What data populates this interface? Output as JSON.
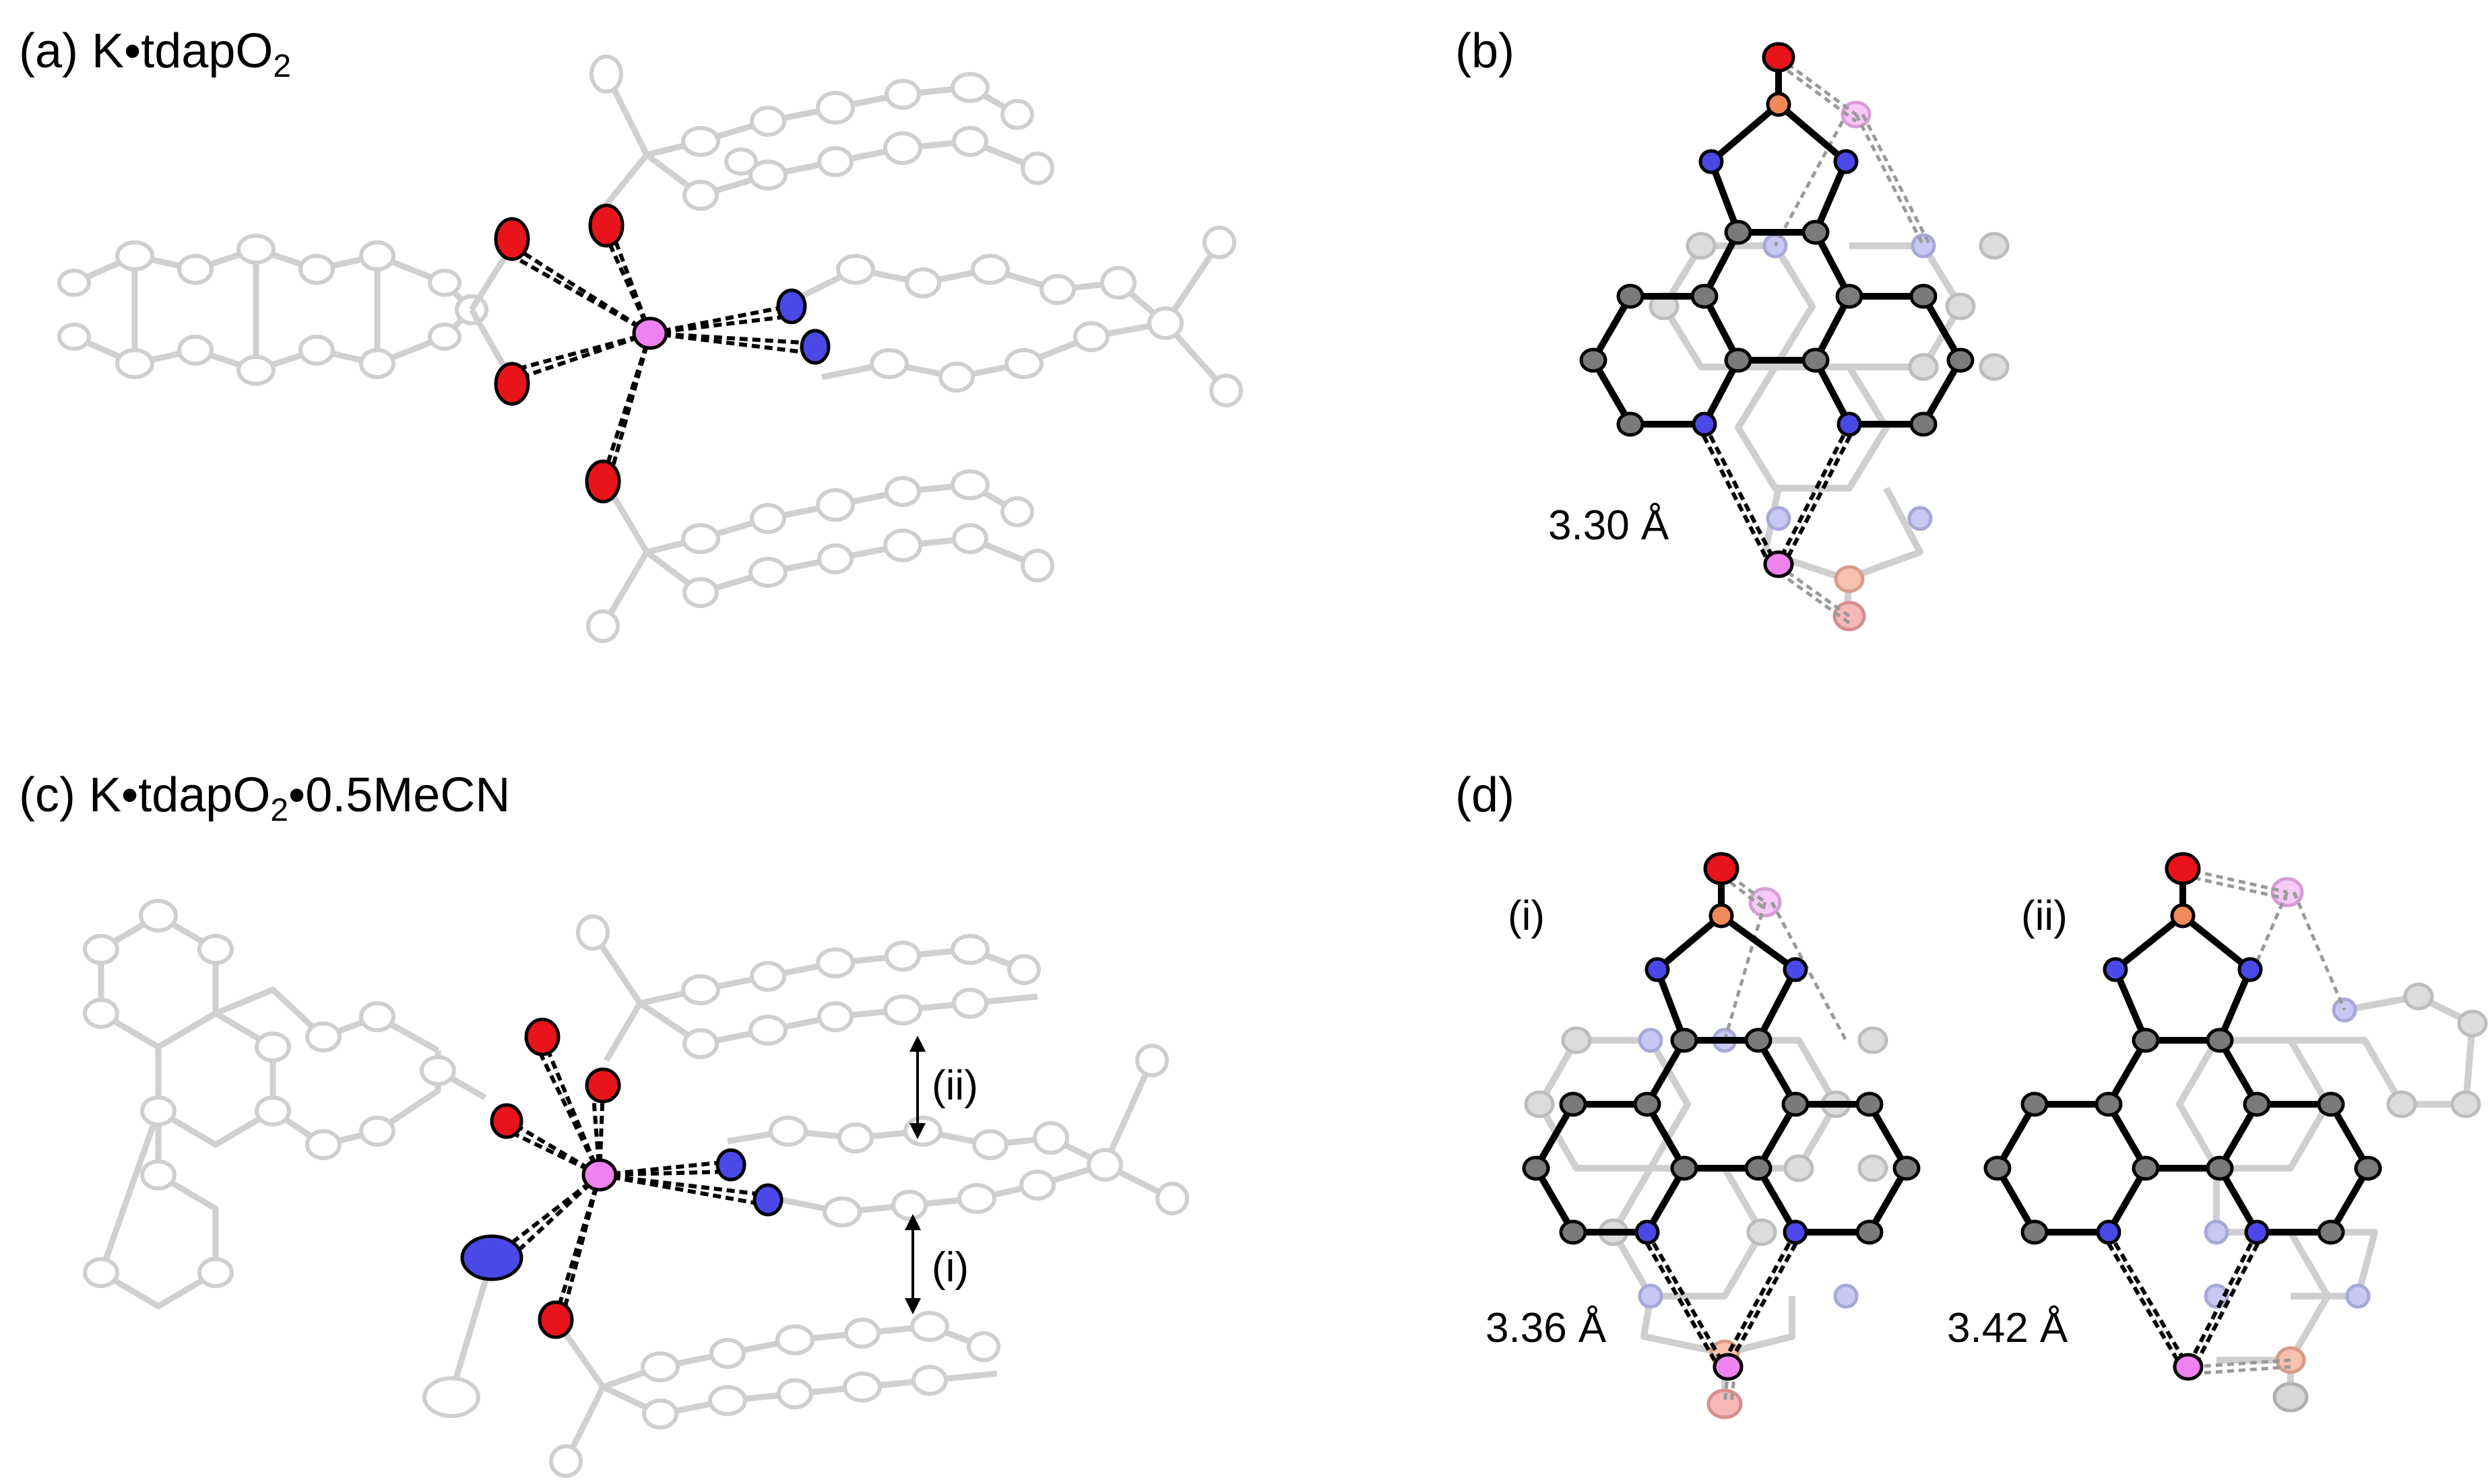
{
  "panels": {
    "a": {
      "label_prefix": "(a) K•tdapO",
      "label_sub": "2",
      "label_suffix": ""
    },
    "b": {
      "label": "(b)",
      "distance": "3.30  Å"
    },
    "c": {
      "label_prefix": "(c) K•tdapO",
      "label_sub": "2",
      "label_suffix": "•0.5MeCN",
      "arrow_upper": "(ii)",
      "arrow_lower": "(i)"
    },
    "d": {
      "label": "(d)",
      "sub_i": "(i)",
      "sub_ii": "(ii)",
      "distance_i": "3.36  Å",
      "distance_ii": "3.42  Å"
    }
  },
  "colors": {
    "oxygen": "#e8131b",
    "nitrogen": "#4a48e6",
    "potassium": "#ee82ee",
    "carbon": "#7a7a7a",
    "boron": "#f08a5a",
    "faded_frame": "#d0d0d0",
    "bond_dark": "#000000"
  }
}
